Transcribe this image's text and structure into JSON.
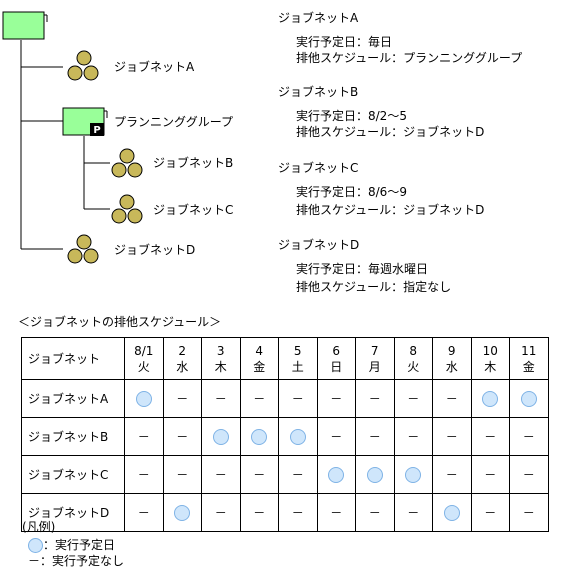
{
  "tree": {
    "plan_group_label": "プランニンググループ",
    "plan_badge": "P",
    "jobnets": {
      "a": "ジョブネットA",
      "b": "ジョブネットB",
      "c": "ジョブネットC",
      "d": "ジョブネットD"
    }
  },
  "details": [
    {
      "title": "ジョブネットA",
      "line1": "実行予定日：毎日",
      "line2": "排他スケジュール：プランニンググループ"
    },
    {
      "title": "ジョブネットB",
      "line1": "実行予定日：8/2～5",
      "line2": "排他スケジュール：ジョブネットD"
    },
    {
      "title": "ジョブネットC",
      "line1": "実行予定日：8/6～9",
      "line2": "排他スケジュール：ジョブネットD"
    },
    {
      "title": "ジョブネットD",
      "line1": "実行予定日：毎週水曜日",
      "line2": "排他スケジュール：指定なし"
    }
  ],
  "schedule": {
    "heading": "＜ジョブネットの排他スケジュール＞",
    "corner_label": "ジョブネット",
    "days": [
      {
        "date": "8/1",
        "weekday": "火"
      },
      {
        "date": "2",
        "weekday": "水"
      },
      {
        "date": "3",
        "weekday": "木"
      },
      {
        "date": "4",
        "weekday": "金"
      },
      {
        "date": "5",
        "weekday": "土"
      },
      {
        "date": "6",
        "weekday": "日"
      },
      {
        "date": "7",
        "weekday": "月"
      },
      {
        "date": "8",
        "weekday": "火"
      },
      {
        "date": "9",
        "weekday": "水"
      },
      {
        "date": "10",
        "weekday": "木"
      },
      {
        "date": "11",
        "weekday": "金"
      }
    ],
    "dash": "－",
    "rows": [
      {
        "name": "ジョブネットA",
        "cells": [
          "o",
          "-",
          "-",
          "-",
          "-",
          "-",
          "-",
          "-",
          "-",
          "o",
          "o"
        ]
      },
      {
        "name": "ジョブネットB",
        "cells": [
          "-",
          "-",
          "o",
          "o",
          "o",
          "-",
          "-",
          "-",
          "-",
          "-",
          "-"
        ]
      },
      {
        "name": "ジョブネットC",
        "cells": [
          "-",
          "-",
          "-",
          "-",
          "-",
          "o",
          "o",
          "o",
          "-",
          "-",
          "-"
        ]
      },
      {
        "name": "ジョブネットD",
        "cells": [
          "-",
          "o",
          "-",
          "-",
          "-",
          "-",
          "-",
          "-",
          "o",
          "-",
          "-"
        ]
      }
    ]
  },
  "legend": {
    "title": "(凡例)",
    "scheduled": "：実行予定日",
    "not_scheduled_symbol": "－",
    "not_scheduled": "：実行予定なし"
  },
  "colors": {
    "group_fill": "#99ff99",
    "jobnet_fill": "#c8b85a",
    "scheduled_dot": "#cfe6fb"
  }
}
